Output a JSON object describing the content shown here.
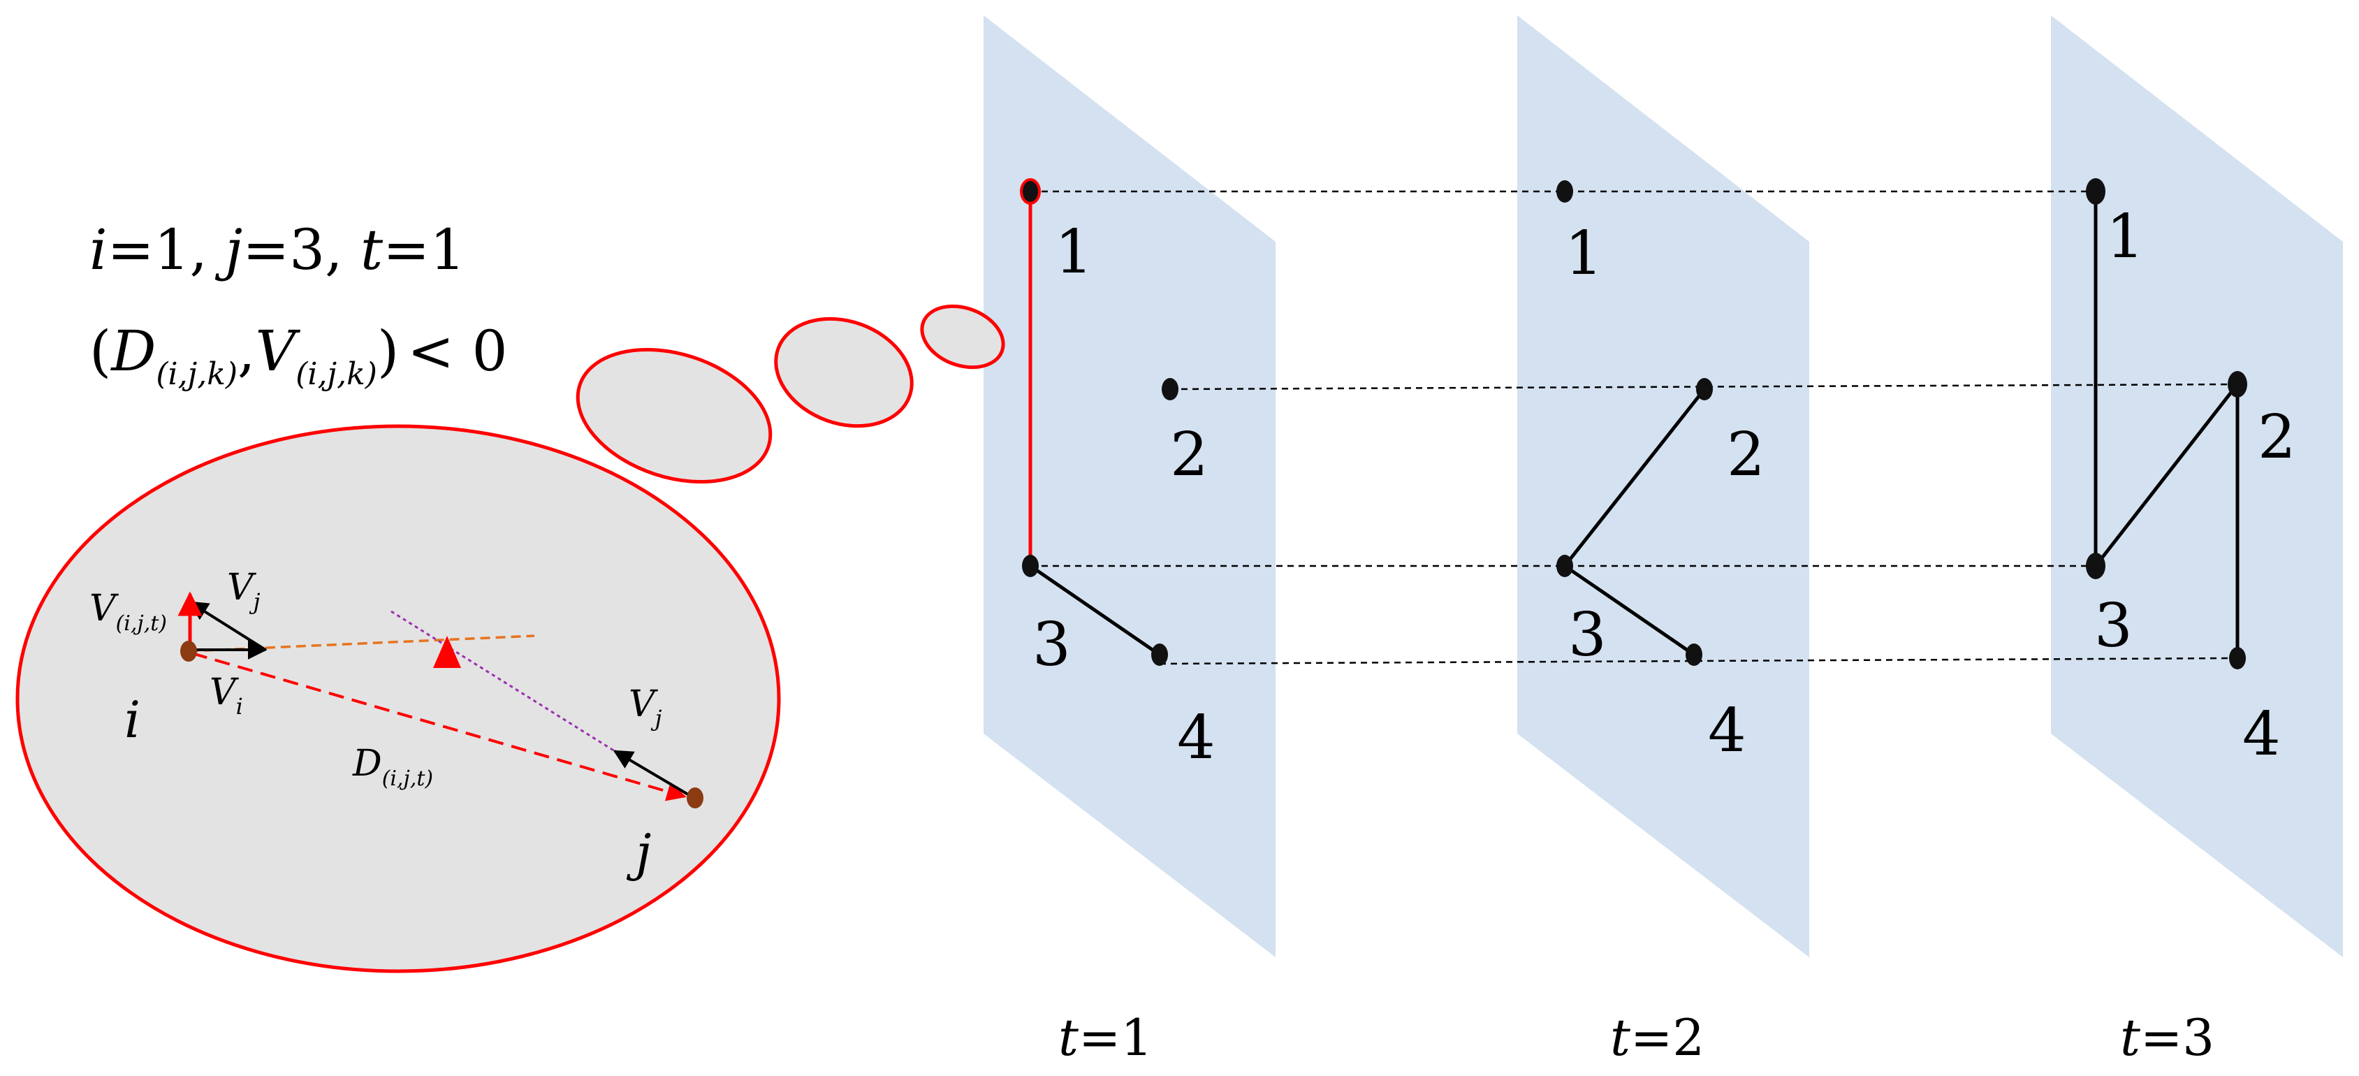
{
  "conditions": {
    "line1": {
      "i_var": "i",
      "eq1": "=1, ",
      "j_var": "j",
      "eq3": "=3, ",
      "t_var": "t",
      "eq_t": "=1"
    },
    "line2": {
      "open": "(",
      "D": "D",
      "sub_d": "(i,j,k)",
      "comma": ",",
      "V": "V",
      "sub_v": "(i,j,k)",
      "close": ")",
      "rel": "< 0"
    }
  },
  "detail": {
    "i_label": "i",
    "j_label": "j",
    "v_ijt": {
      "base": "V",
      "sub": "(i,j,t)"
    },
    "v_i": {
      "base": "V",
      "sub": "i"
    },
    "v_j_near_i": {
      "base": "V",
      "sub": "j"
    },
    "v_j_near_j": {
      "base": "V",
      "sub": "j"
    },
    "d_ijt": {
      "base": "D",
      "sub": "(i,j,t)"
    }
  },
  "frames": [
    {
      "time_var": "t",
      "time_eq": "=1",
      "node_labels": [
        "1",
        "2",
        "3",
        "4"
      ]
    },
    {
      "time_var": "t",
      "time_eq": "=2",
      "node_labels": [
        "1",
        "2",
        "3",
        "4"
      ]
    },
    {
      "time_var": "t",
      "time_eq": "=3",
      "node_labels": [
        "1",
        "2",
        "3",
        "4"
      ]
    }
  ],
  "colors": {
    "plane_fill": "#d4e1f0",
    "bubble_fill": "#e3e3e3",
    "bubble_stroke": "#ff0000",
    "accent_red": "#ff0000",
    "node_brown": "#8b3a12",
    "orange_dash": "#e8731e",
    "purple_dash": "#9b30b0"
  }
}
